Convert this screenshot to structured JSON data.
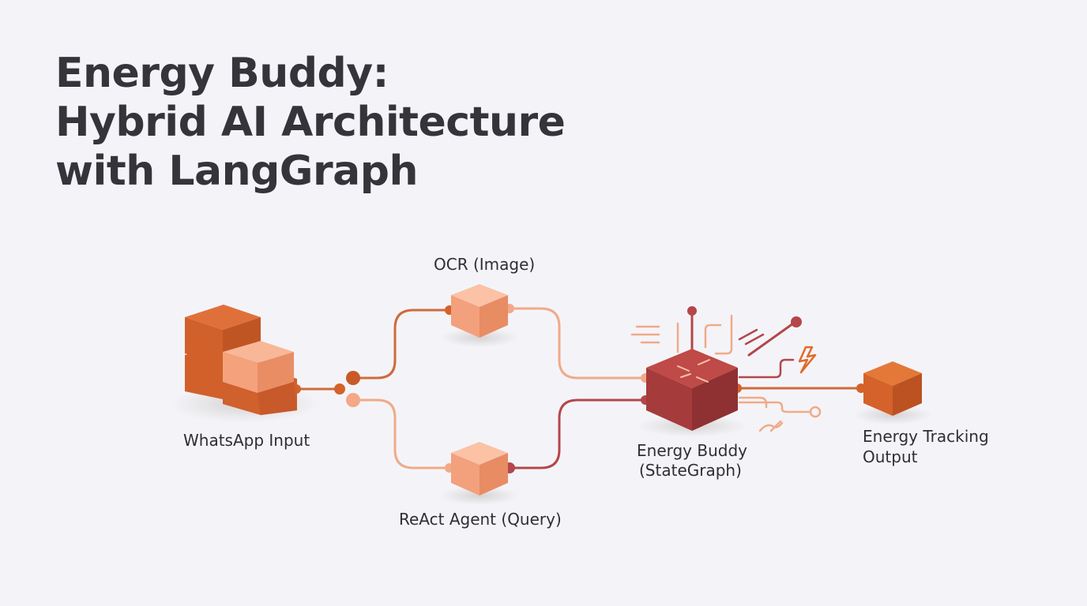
{
  "title": {
    "line1": "Energy Buddy:",
    "line2": "Hybrid AI Architecture",
    "line3": "with LangGraph"
  },
  "nodes": {
    "input": {
      "label": "WhatsApp Input",
      "icon": "stacked-blocks-icon"
    },
    "ocr": {
      "label": "OCR (Image)",
      "icon": "cube-icon"
    },
    "react": {
      "label": "ReAct Agent (Query)",
      "icon": "cube-icon"
    },
    "hub": {
      "label_line1": "Energy Buddy",
      "label_line2": "(StateGraph)",
      "icon": "router-cube-icon"
    },
    "output": {
      "label_line1": "Energy Tracking",
      "label_line2": "Output",
      "icon": "cube-icon"
    }
  },
  "colors": {
    "dark_orange": "#d4622a",
    "light_orange": "#f3a07c",
    "peach": "#f6b89a",
    "crimson": "#b24545",
    "line_dark": "#d06a3a",
    "line_light": "#f0aa88",
    "line_red": "#b3474a"
  }
}
